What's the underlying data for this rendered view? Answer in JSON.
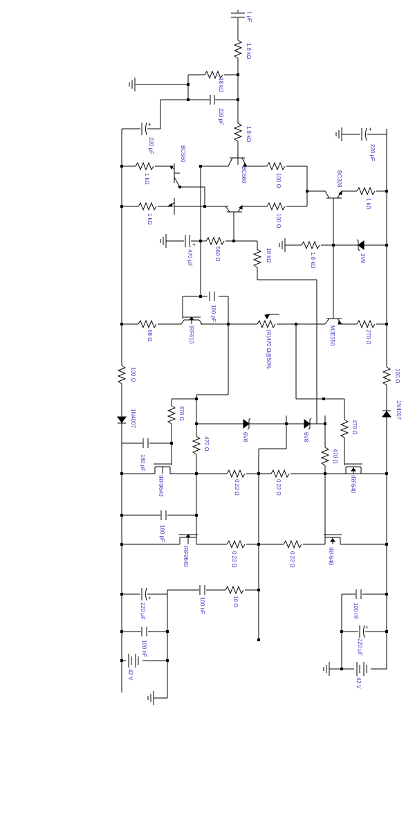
{
  "schematic": {
    "labels": {
      "c_in": "1 µF",
      "r_in1": "1.8 kΩ",
      "r_fb": "18 kΩ",
      "c_fb": "220 pF",
      "r_in2": "1.8 kΩ",
      "c_top_l": "220 µF",
      "c_top_r": "220 µF",
      "q1": "BC560",
      "q2": "BC560",
      "q5": "BC328",
      "r_q1": "1 kΩ",
      "r_q2": "1 kΩ",
      "r_q5": "1 kΩ",
      "r_em1": "100 Ω",
      "r_em2": "100 Ω",
      "c_470": "470 µF",
      "r_560": "560 Ω",
      "r_18k_mid": "18 kΩ",
      "r_18k_z": "1.8 kΩ",
      "zener_ref": "3V9",
      "c_100p": "100 pF",
      "r_68": "68 Ω",
      "q3": "IRF610",
      "pot": "(R)470 Ω@50%",
      "q4": "MJE350",
      "r_270": "270 Ω",
      "r_100_l": "100 Ω",
      "r_100_r": "100 Ω",
      "d_l": "1N4007",
      "d_r": "1N4007",
      "r_470_a": "470 Ω",
      "r_470_b": "470 Ω",
      "r_470_c": "470 Ω",
      "r_470_d": "470 Ω",
      "z_6v8_a": "6V8",
      "z_6v8_b": "6V8",
      "c_180_a": "180 pF",
      "c_180_b": "180 pF",
      "m1": "IRF9640",
      "m2": "IRF9640",
      "m3": "IRF640",
      "m4": "IRF640",
      "r_022_a": "0.22 Ω",
      "r_022_b": "0.22 Ω",
      "r_022_c": "0.22 Ω",
      "r_022_d": "0.22 Ω",
      "c_220_bl": "220 µF",
      "c_100n_bl": "100 nF",
      "c_100n_zob": "100 nF",
      "r_10": "10 Ω",
      "c_100n_br": "100 nF",
      "c_220_br": "220 µF",
      "bat_l": "42 V",
      "bat_r": "42 V"
    }
  }
}
